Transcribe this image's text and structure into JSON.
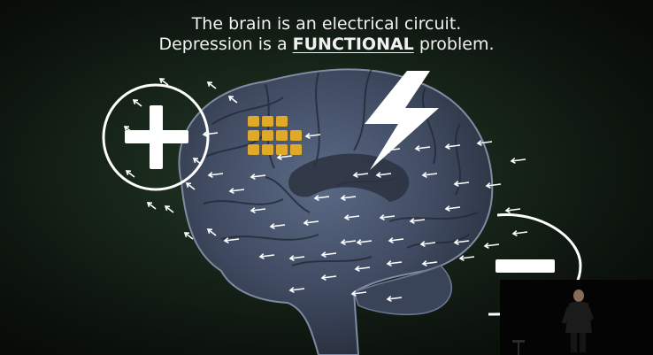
{
  "slide": {
    "title_line_1": "The brain is an electrical circuit.",
    "title_line_2_prefix": "Depression is a ",
    "title_line_2_emphasis": "FUNCTIONAL",
    "title_line_2_suffix": " problem."
  },
  "icons": {
    "plus": "plus-circle-icon",
    "minus": "minus-circle-icon",
    "bolt": "lightning-bolt-icon",
    "grid": "electrode-grid-icon"
  },
  "colors": {
    "background": "#17251a",
    "text": "#f1f1f1",
    "brain": "#4b5870",
    "electrode": "#e0a92a",
    "arrow": "#ffffff"
  }
}
